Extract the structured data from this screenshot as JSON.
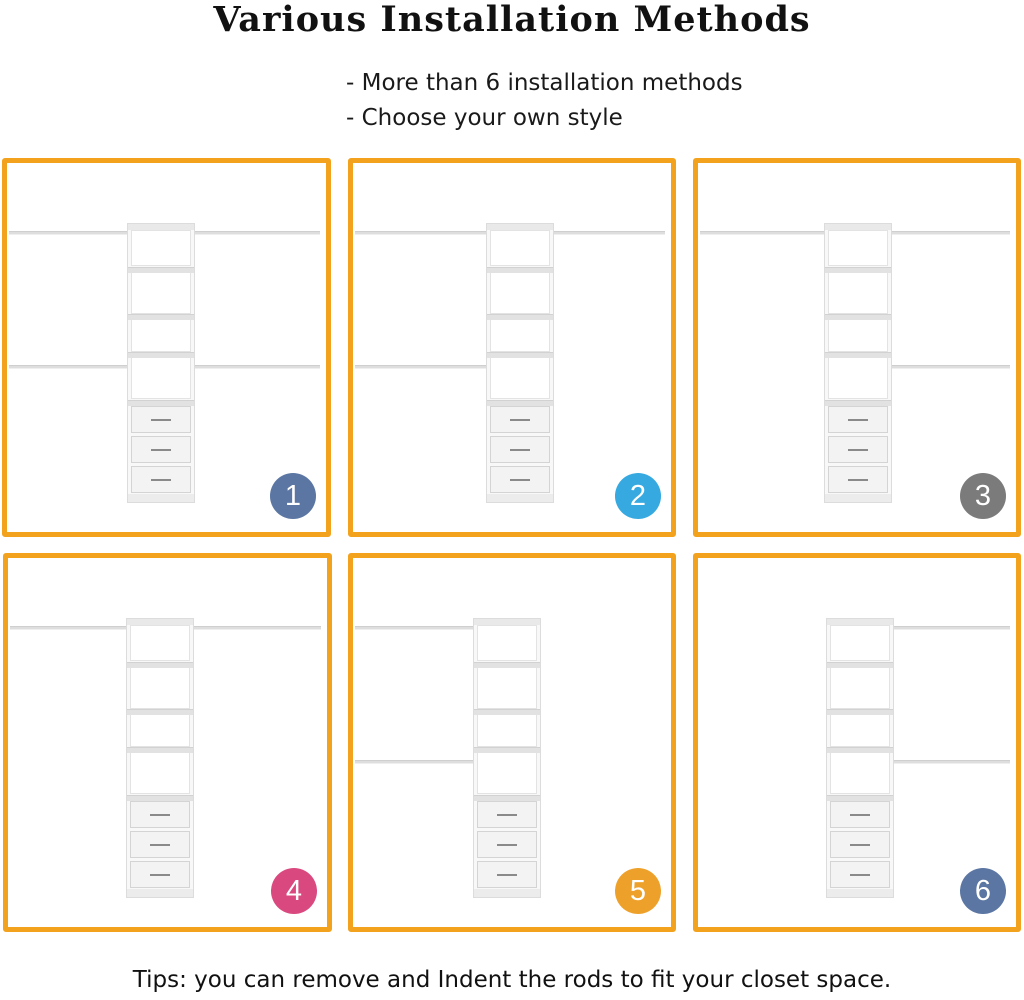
{
  "header": {
    "title": "Various Installation Methods",
    "bullets": [
      "- More than 6 installation methods",
      "- Choose your own style"
    ]
  },
  "colors": {
    "frame": "#f2a21c",
    "badges": [
      "#5b76a3",
      "#35a9e0",
      "#7b7b7b",
      "#d9487f",
      "#eea12a",
      "#5b76a3"
    ]
  },
  "methods": [
    {
      "number": "1",
      "rods": {
        "top_left": true,
        "top_right": true,
        "low_left": true,
        "low_right": true
      }
    },
    {
      "number": "2",
      "rods": {
        "top_left": true,
        "top_right": true,
        "low_left": true,
        "low_right": false
      }
    },
    {
      "number": "3",
      "rods": {
        "top_left": true,
        "top_right": true,
        "low_left": false,
        "low_right": true
      }
    },
    {
      "number": "4",
      "rods": {
        "top_left": true,
        "top_right": true,
        "low_left": false,
        "low_right": false
      }
    },
    {
      "number": "5",
      "rods": {
        "top_left": true,
        "top_right": false,
        "low_left": true,
        "low_right": false
      }
    },
    {
      "number": "6",
      "rods": {
        "top_left": false,
        "top_right": true,
        "low_left": false,
        "low_right": true
      }
    }
  ],
  "footer": {
    "tips": "Tips: you can remove and Indent the rods to fit your closet space."
  }
}
